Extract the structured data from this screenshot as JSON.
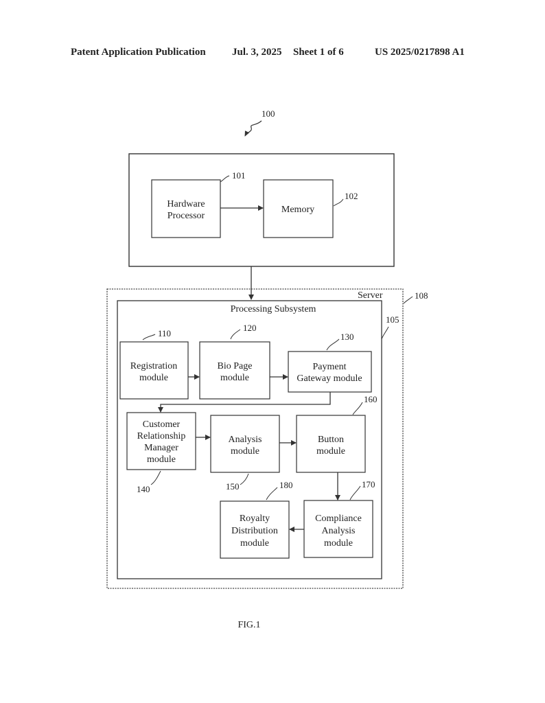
{
  "header": {
    "publication": "Patent Application Publication",
    "date": "Jul. 3, 2025",
    "sheet": "Sheet 1 of 6",
    "number": "US 2025/0217898 A1"
  },
  "figure": {
    "ref_main": "100",
    "caption": "FIG.1"
  },
  "device": {
    "processor": {
      "lines": [
        "Hardware",
        "Processor"
      ],
      "ref": "101"
    },
    "memory": {
      "lines": [
        "Memory"
      ],
      "ref": "102"
    }
  },
  "server": {
    "label": "Server",
    "ref": "108",
    "subsystem": {
      "label": "Processing Subsystem",
      "ref": "105"
    }
  },
  "modules": {
    "registration": {
      "lines": [
        "Registration",
        "module"
      ],
      "ref": "110"
    },
    "bio_page": {
      "lines": [
        "Bio Page",
        "module"
      ],
      "ref": "120"
    },
    "payment": {
      "lines": [
        "Payment",
        "Gateway module"
      ],
      "ref": "130"
    },
    "crm": {
      "lines": [
        "Customer",
        "Relationship",
        "Manager",
        "module"
      ],
      "ref": "140"
    },
    "analysis": {
      "lines": [
        "Analysis",
        "module"
      ],
      "ref": "150"
    },
    "button": {
      "lines": [
        "Button",
        "module"
      ],
      "ref": "160"
    },
    "compliance": {
      "lines": [
        "Compliance",
        "Analysis",
        "module"
      ],
      "ref": "170"
    },
    "royalty": {
      "lines": [
        "Royalty",
        "Distribution",
        "module"
      ],
      "ref": "180"
    }
  }
}
